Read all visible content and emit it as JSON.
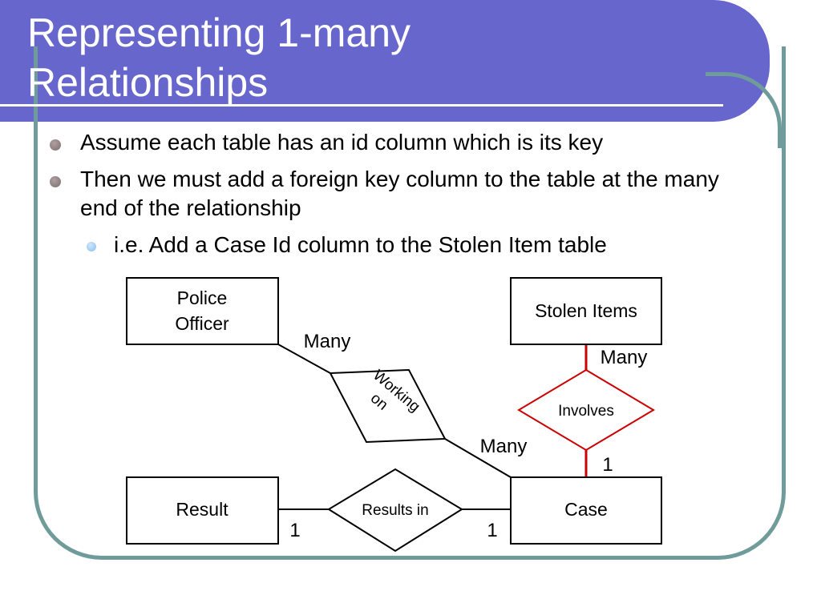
{
  "slide": {
    "title_line1": "Representing 1-many",
    "title_line2": "Relationships",
    "bullets": [
      "Assume each table has an id column which is its key",
      "Then we must add a foreign key column to the table at the many end of the relationship"
    ],
    "sub_bullet": "i.e. Add a Case Id column to the Stolen Item table"
  },
  "diagram": {
    "entities": {
      "police_officer": [
        "Police",
        "Officer"
      ],
      "stolen_items": "Stolen Items",
      "result": "Result",
      "case": "Case"
    },
    "relationships": {
      "working_on": [
        "Working",
        "on"
      ],
      "involves": "Involves",
      "results_in": "Results in"
    },
    "cardinalities": {
      "officer_working": "Many",
      "working_case": "Many",
      "stolen_involves": "Many",
      "involves_case": "1",
      "result_results": "1",
      "results_case": "1"
    }
  },
  "colors": {
    "title_bar": "#6666cc",
    "frame": "#6f9c9a",
    "highlight": "#cc0000"
  }
}
